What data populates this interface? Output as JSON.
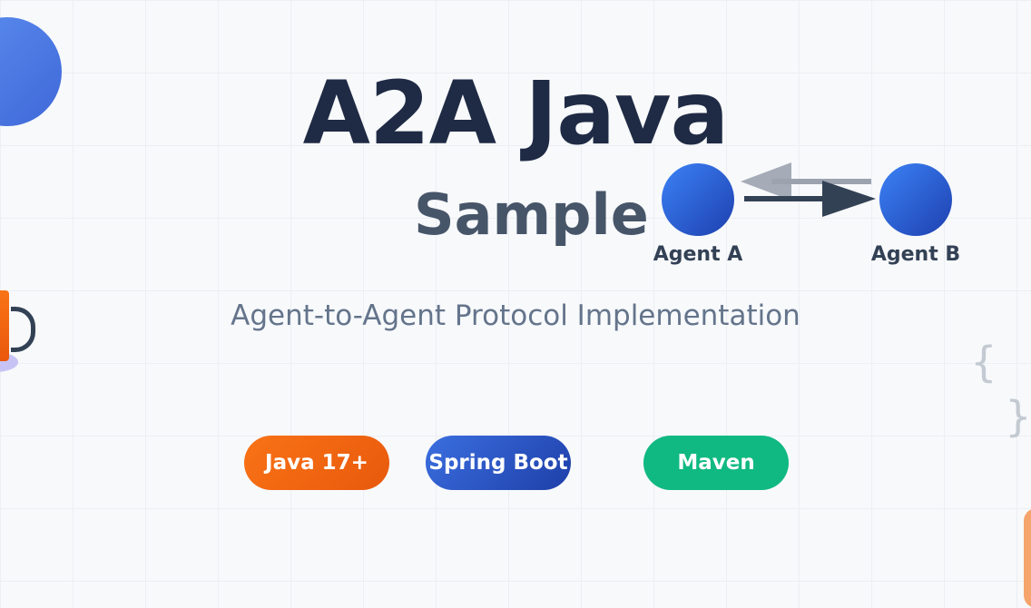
{
  "title": "A2A Java",
  "subtitle": "Sample",
  "tagline": "Agent-to-Agent Protocol Implementation",
  "diagram": {
    "agent_a": "Agent A",
    "agent_b": "Agent B"
  },
  "badges": {
    "java": "Java 17+",
    "spring": "Spring Boot",
    "maven": "Maven"
  },
  "decor": {
    "brace_open": "{",
    "brace_close": "}"
  },
  "colors": {
    "title": "#1f2a44",
    "subtitle": "#475569",
    "java_badge": "#f97316",
    "spring_badge": "#3b6fe0",
    "maven_badge": "#10b981",
    "agent": "#2f5fd8"
  }
}
